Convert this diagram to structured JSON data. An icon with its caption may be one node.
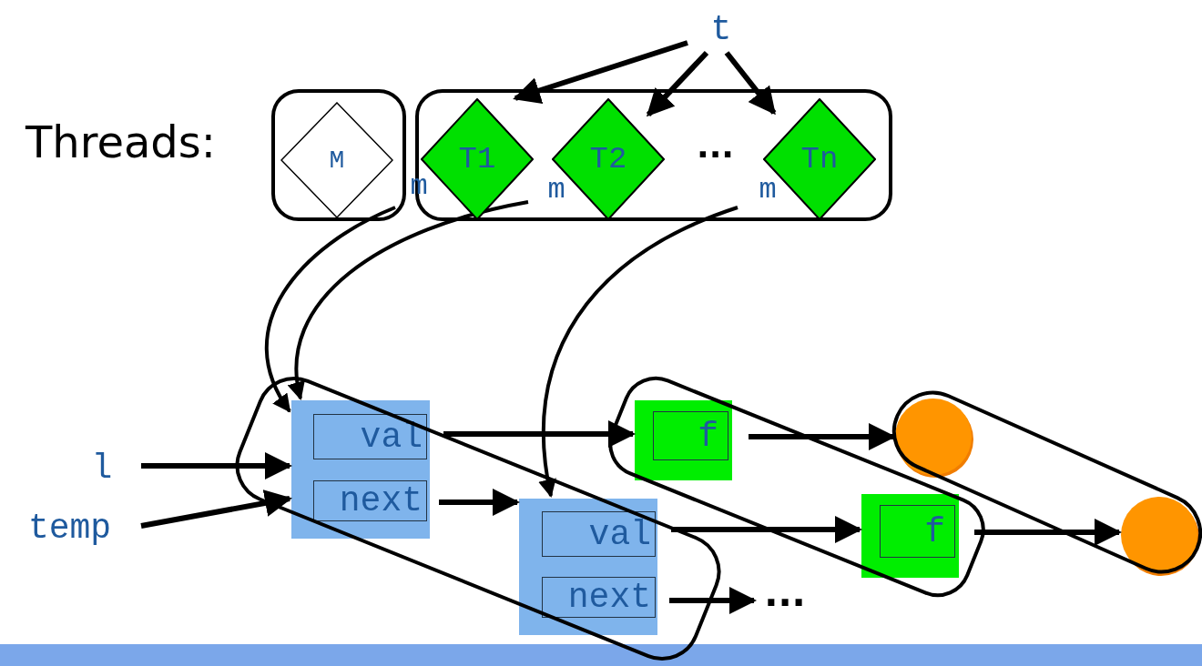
{
  "diagram": {
    "nodes": [
      {
        "text": [
          "t"
        ]
      },
      {
        "text": [],
        "shape": "box"
      },
      {
        "text": [
          "M"
        ],
        "in": 1
      },
      {
        "text": [],
        "shape": "box"
      },
      {
        "text": [
          "T1"
        ],
        "in": 3
      },
      {
        "text": [
          "T2"
        ],
        "in": 3
      },
      {
        "text": [
          "Tn"
        ],
        "in": 3
      },
      {
        "text": [
          "m"
        ]
      },
      {
        "text": [
          "m"
        ],
        "in": 3
      },
      {
        "text": [
          "m"
        ],
        "in": 3
      },
      {
        "text": [],
        "shape": "box"
      },
      {
        "text": [
          "val"
        ],
        "in": 10
      },
      {
        "text": [
          "next"
        ],
        "in": 10
      },
      {
        "text": [],
        "shape": "box"
      },
      {
        "text": [
          "val"
        ],
        "in": 13
      },
      {
        "text": [
          "next"
        ],
        "in": 13
      },
      {
        "text": [
          "f"
        ]
      },
      {
        "text": [
          "f"
        ]
      },
      {
        "text": [],
        "shape": "circle"
      },
      {
        "text": [],
        "shape": "circle"
      },
      {
        "text": [
          "l"
        ]
      },
      {
        "text": [
          "temp"
        ]
      },
      {
        "text": [
          "..."
        ]
      }
    ],
    "edges": [
      {
        "from": 0,
        "to": 4,
        "arrow": "to"
      },
      {
        "from": 0,
        "to": 5,
        "arrow": "to"
      },
      {
        "from": 0,
        "to": 6,
        "arrow": "to"
      },
      {
        "from": 7,
        "to": 10,
        "arrow": "to"
      },
      {
        "from": 8,
        "to": 10,
        "arrow": "to"
      },
      {
        "from": 9,
        "to": 13,
        "arrow": "to"
      },
      {
        "from": 20,
        "to": 10,
        "arrow": "to"
      },
      {
        "from": 21,
        "to": 10,
        "arrow": "to"
      },
      {
        "from": 11,
        "to": 16,
        "arrow": "to"
      },
      {
        "from": 12,
        "to": 13,
        "arrow": "to"
      },
      {
        "from": 14,
        "to": 17,
        "arrow": "to"
      },
      {
        "from": 15,
        "to": 22,
        "arrow": "to"
      },
      {
        "from": 16,
        "to": 18,
        "arrow": "to"
      },
      {
        "from": 17,
        "to": 19,
        "arrow": "to"
      }
    ],
    "labels": [
      "Threads:",
      "..."
    ]
  }
}
